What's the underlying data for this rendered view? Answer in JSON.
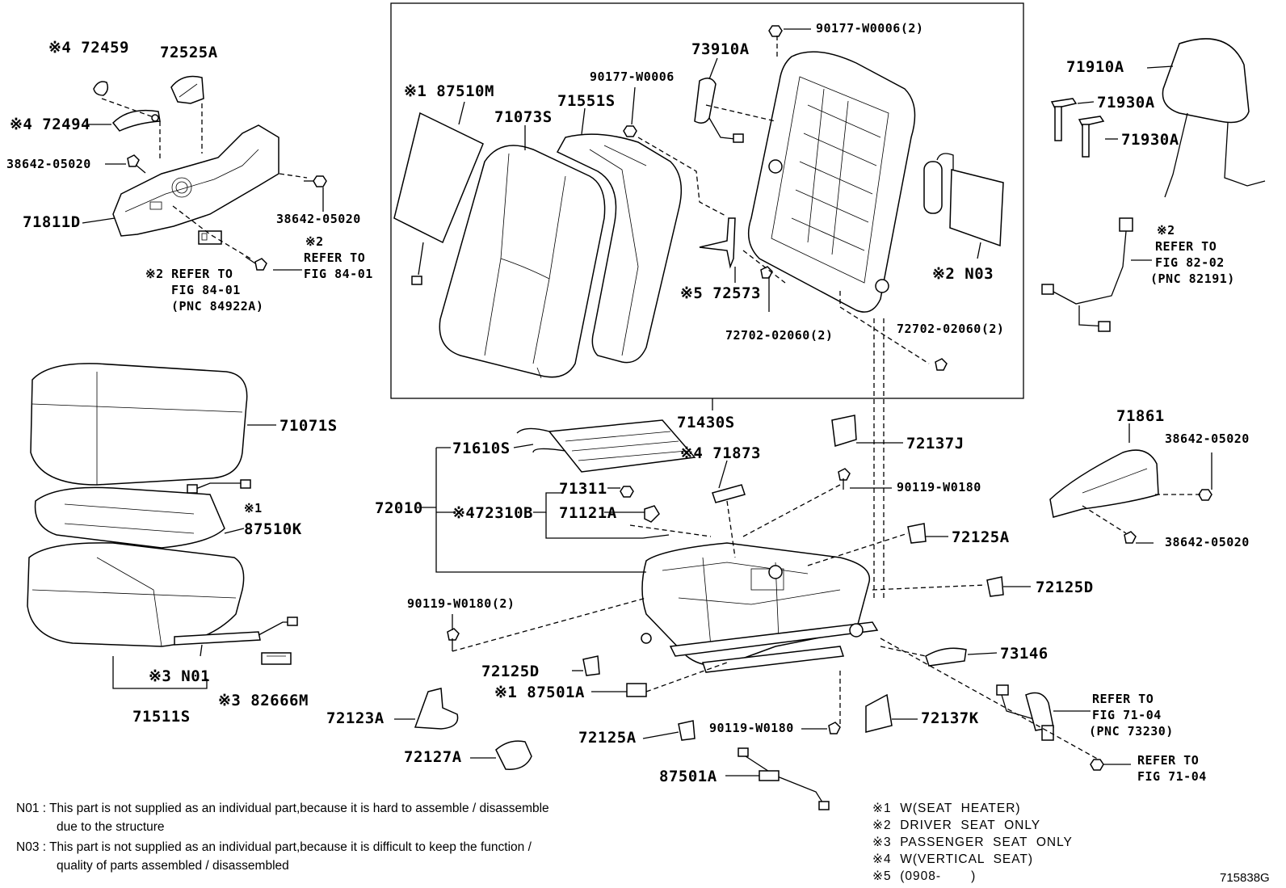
{
  "labels": {
    "l72459": "※4 72459",
    "l72525a": "72525A",
    "l72494": "※4 72494",
    "l38642_a": "38642-05020",
    "l38642_b": "38642-05020",
    "l71811d": "71811D",
    "ref1_star": "※2",
    "ref1_a": "REFER TO",
    "ref1_b": "FIG 84-01",
    "ref2_a": "※2 REFER TO",
    "ref2_b": "FIG 84-01",
    "ref2_c": "(PNC 84922A)",
    "l87510m": "※1 87510M",
    "l71073s": "71073S",
    "l71551s": "71551S",
    "l90177a": "90177-W0006",
    "l73910a": "73910A",
    "l90177b": "90177-W0006(2)",
    "l72573": "※5 72573",
    "l72702a": "72702-02060(2)",
    "l72702b": "72702-02060(2)",
    "ln03": "※2 N03",
    "l71910a": "71910A",
    "l71930a_a": "71930A",
    "l71930a_b": "71930A",
    "ref3_star": "※2",
    "ref3_a": "REFER TO",
    "ref3_b": "FIG 82-02",
    "ref3_c": "(PNC 82191)",
    "l71430s": "71430S",
    "l71071s": "71071S",
    "l87510k_star": "※1",
    "l87510k": "87510K",
    "l71610s": "71610S",
    "l71873": "※4 71873",
    "l72010": "72010",
    "l71311": "71311",
    "l72310b": "※472310B",
    "l71121a": "71121A",
    "l72137j": "72137J",
    "l90119a": "90119-W0180",
    "l71861": "71861",
    "l38642_c": "38642-05020",
    "l38642_d": "38642-05020",
    "l72125a_r": "72125A",
    "l72125d_r": "72125D",
    "l90119b": "90119-W0180(2)",
    "l72125d_l": "72125D",
    "l87501a_1": "※1 87501A",
    "l73146": "73146",
    "ln01": "※3  N01",
    "l71511s": "71511S",
    "l82666m": "※3 82666M",
    "l72123a": "72123A",
    "l72127a": "72127A",
    "l72125a_b": "72125A",
    "l90119c": "90119-W0180",
    "l72137k": "72137K",
    "l87501a_2": "87501A",
    "ref4_a": "REFER TO",
    "ref4_b": "FIG 71-04",
    "ref4_c": "(PNC 73230)",
    "ref5_a": "REFER TO",
    "ref5_b": "FIG 71-04"
  },
  "notes": {
    "n01_line1": "N01 : This part is not supplied as an individual part,because it is hard to assemble / disassemble",
    "n01_line2": "due to the structure",
    "n03_line1": "N03 : This part is not supplied as an individual part,because it is difficult to keep the function /",
    "n03_line2": "quality of parts assembled / disassembled"
  },
  "legend": [
    "※1  W(SEAT  HEATER)",
    "※2  DRIVER  SEAT  ONLY",
    "※3  PASSENGER  SEAT  ONLY",
    "※4  W(VERTICAL  SEAT)",
    "※5  (0908-       )"
  ],
  "figure_id": "715838G"
}
